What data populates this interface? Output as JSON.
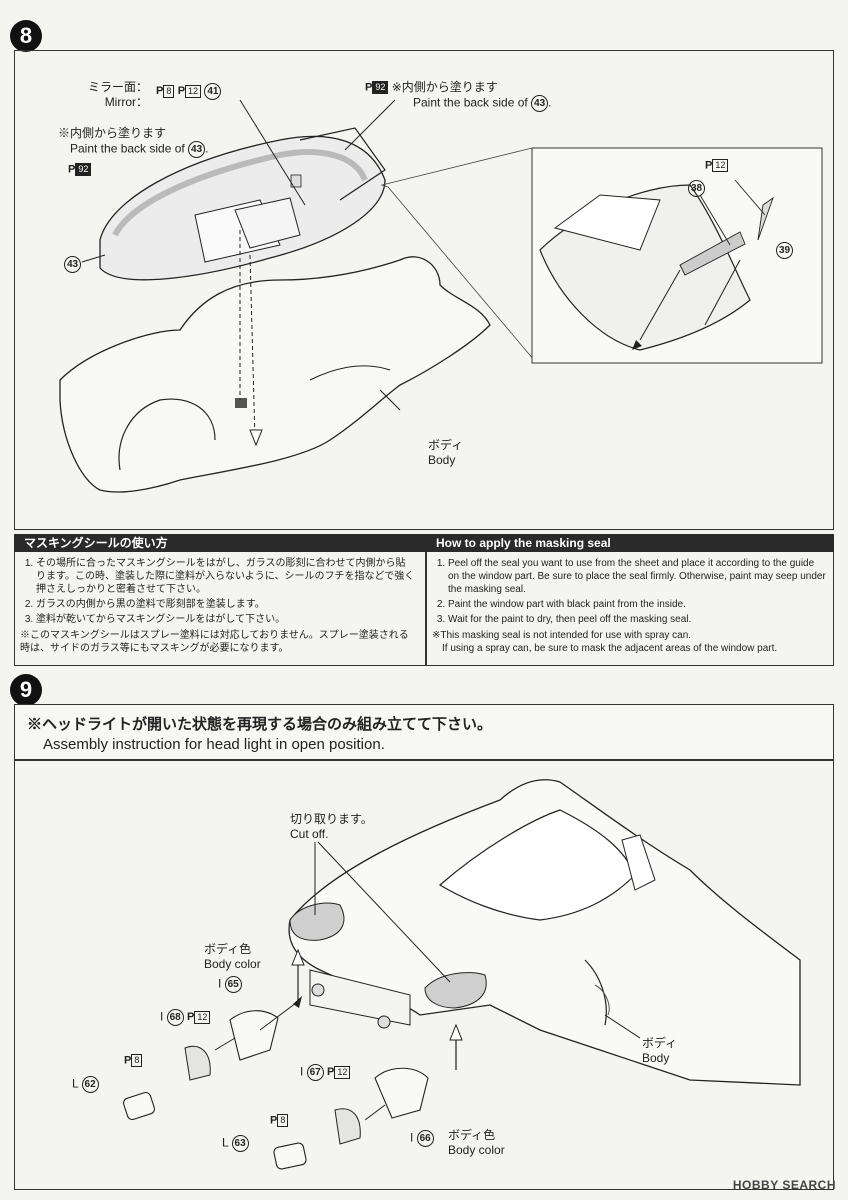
{
  "step8": {
    "number": "8",
    "mirror_label_jp": "ミラー面：",
    "mirror_label_en": "Mirror：",
    "mirror_paint_1": "8",
    "mirror_paint_2": "12",
    "mirror_part": "41",
    "paint_back_top_jp": "※内側から塗ります",
    "paint_back_top_en": "Paint the back side of",
    "paint_back_top_part": "43",
    "paint_back_top_code": "92",
    "paint_back_left_jp": "※内側から塗ります",
    "paint_back_left_en": "Paint the back side of",
    "paint_back_left_part": "43",
    "paint_back_left_code": "92",
    "part_43": "43",
    "body_jp": "ボディ",
    "body_en": "Body",
    "detail_paint": "12",
    "part_38": "38",
    "part_39": "39"
  },
  "masking": {
    "jp_title": "マスキングシールの使い方",
    "en_title": "How to apply the masking seal",
    "jp_steps": [
      "その場所に合ったマスキングシールをはがし、ガラスの彫刻に合わせて内側から貼ります。この時、塗装した際に塗料が入らないように、シールのフチを指などで強く押さえしっかりと密着させて下さい。",
      "ガラスの内側から黒の塗料で彫刻部を塗装します。",
      "塗料が乾いてからマスキングシールをはがして下さい。"
    ],
    "jp_note": "※このマスキングシールはスプレー塗料には対応しておりません。スプレー塗装される時は、サイドのガラス等にもマスキングが必要になります。",
    "en_steps": [
      "Peel off the seal you want to use from the sheet and place it according to the guide on the window part. Be sure to place the seal firmly. Otherwise, paint may seep under the masking seal.",
      "Paint the window part with black paint from the inside.",
      "Wait for the paint to dry, then peel off the masking seal."
    ],
    "en_note_1": "※This masking seal is not intended for use with spray can.",
    "en_note_2": "If using a spray can, be sure to mask the adjacent areas of the window part."
  },
  "step9": {
    "number": "9",
    "heading_jp": "※ヘッドライトが開いた状態を再現する場合のみ組み立てて下さい。",
    "heading_en": "Assembly instruction for head light in open position.",
    "cutoff_jp": "切り取ります。",
    "cutoff_en": "Cut off.",
    "bodycolor1_jp": "ボディ色",
    "bodycolor1_en": "Body color",
    "part_65": "65",
    "part_68": "68",
    "paint_68": "12",
    "paint_8a": "8",
    "part_62": "62",
    "part_67": "67",
    "paint_67": "12",
    "paint_8b": "8",
    "part_63": "63",
    "part_66": "66",
    "bodycolor2_jp": "ボディ色",
    "bodycolor2_en": "Body color",
    "body_jp": "ボディ",
    "body_en": "Body",
    "prefix_I": "I",
    "prefix_L": "L",
    "p_mark": "P"
  },
  "watermark": "HOBBY SEARCH"
}
